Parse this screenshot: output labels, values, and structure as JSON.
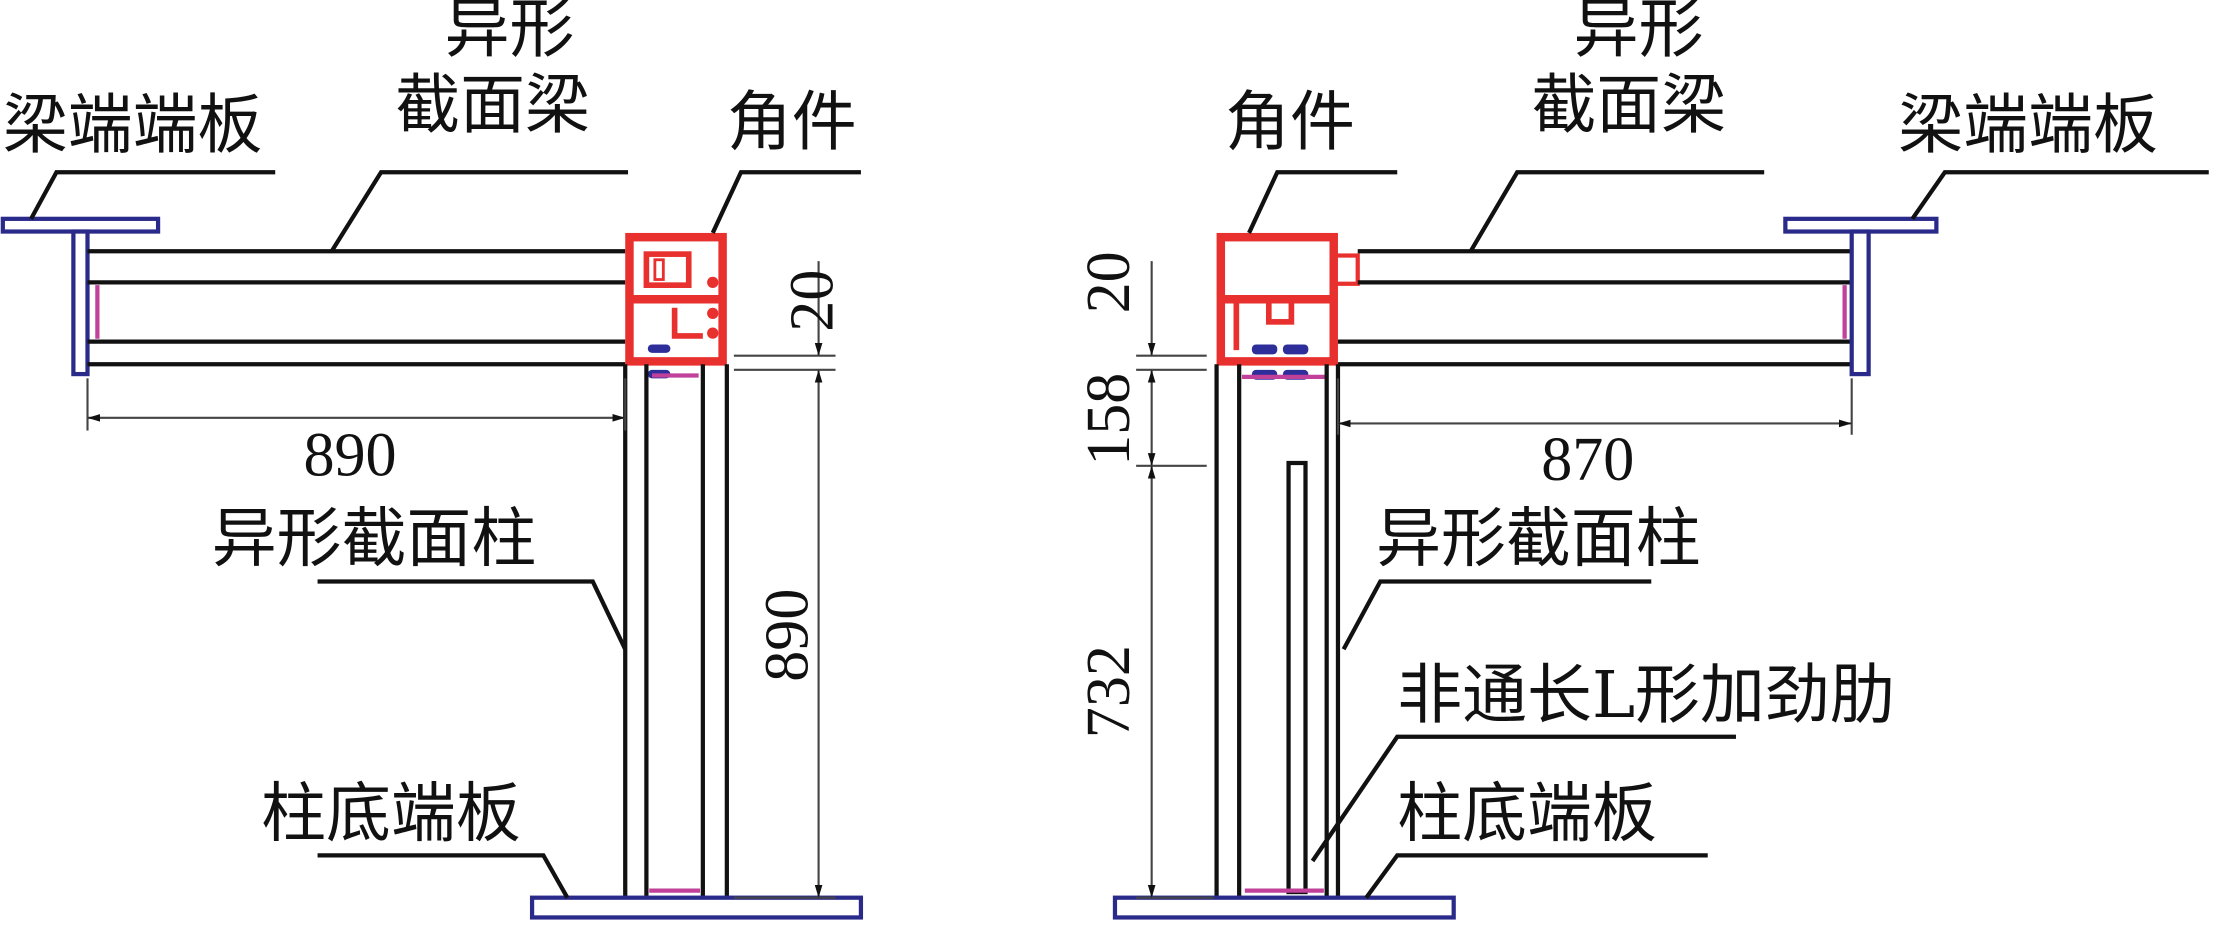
{
  "colors": {
    "corner_piece": "#e8312f",
    "plates": "#2a2a8a",
    "stiffener_mark": "#c0409a"
  },
  "left": {
    "labels": {
      "beam_end_plate": "梁端端板",
      "beam_line1": "异形",
      "beam_line2": "截面梁",
      "corner_piece": "角件",
      "column": "异形截面柱",
      "column_base_plate": "柱底端板"
    },
    "dims": {
      "beam_length": "890",
      "corner_gap": "20",
      "column_length": "890"
    }
  },
  "right": {
    "labels": {
      "corner_piece": "角件",
      "beam_line1": "异形",
      "beam_line2": "截面梁",
      "beam_end_plate": "梁端端板",
      "column": "异形截面柱",
      "stiffener": "非通长L形加劲肋",
      "column_base_plate": "柱底端板"
    },
    "dims": {
      "beam_length": "870",
      "corner_gap": "20",
      "upper_segment": "158",
      "lower_segment": "732"
    }
  }
}
